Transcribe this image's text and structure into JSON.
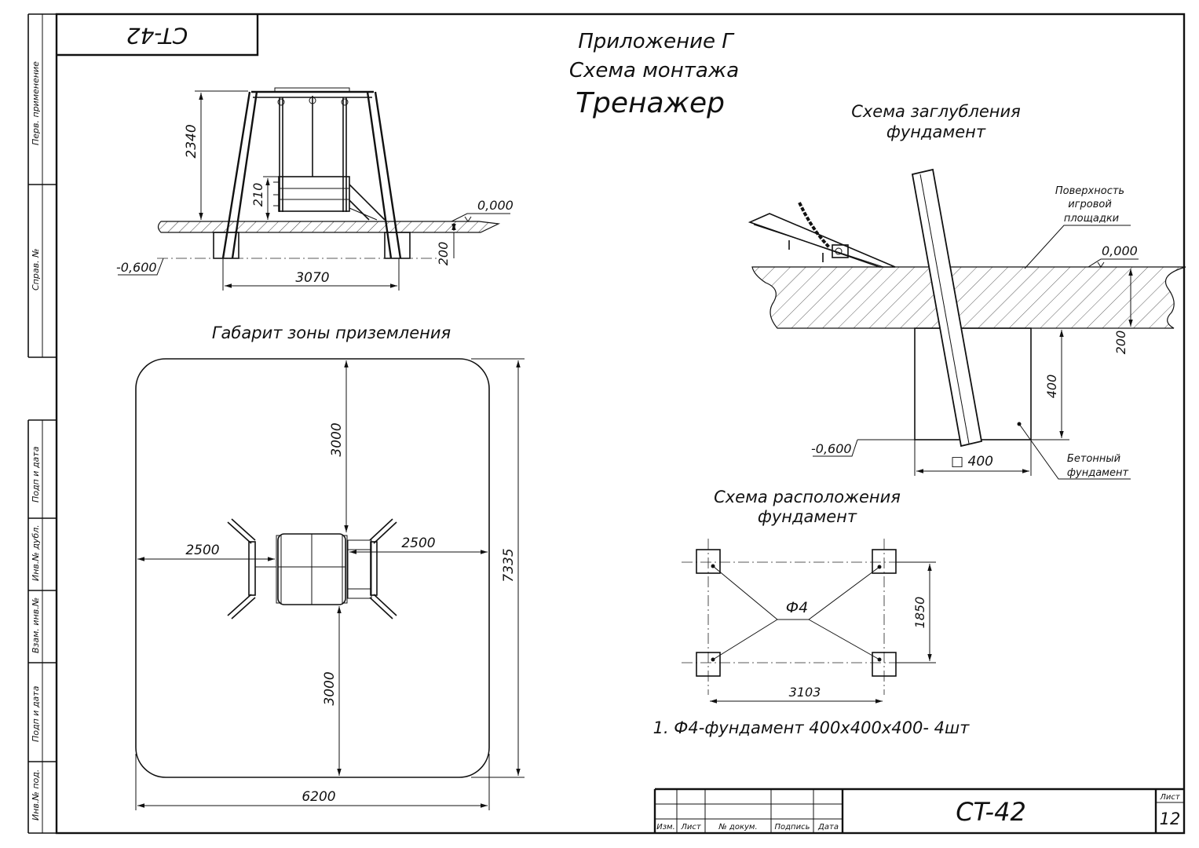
{
  "stamp": {
    "code_rotated": "CT-42",
    "code_main": "CT-42"
  },
  "titles": {
    "appendix": "Приложение Г",
    "scheme": "Схема монтажа",
    "product": "Тренажер"
  },
  "side_margin": {
    "perv": "Перв. применение",
    "sprav": "Справ. №",
    "podp1": "Подп и дата",
    "inv_dubl": "Инв.№ дубл.",
    "vzam": "Взам. инв.№",
    "podp2": "Подп и дата",
    "inv_pod": "Инв.№ под."
  },
  "elevation": {
    "height": "2340",
    "seat": "210",
    "ground_level": "0,000",
    "depth": "200",
    "bottom_level": "-0,600",
    "span": "3070"
  },
  "landing_zone": {
    "title": "Габарит зоны приземления",
    "top": "3000",
    "bottom": "3000",
    "left": "2500",
    "right": "2500",
    "total_height": "7335",
    "total_width": "6200"
  },
  "depth_scheme": {
    "title_line1": "Схема заглубления",
    "title_line2": "фундамент",
    "surface_line1": "Поверхность",
    "surface_line2": "игровой",
    "surface_line3": "площадки",
    "ground_level": "0,000",
    "layer": "200",
    "depth": "400",
    "bottom_level": "-0,600",
    "size": "□ 400",
    "concrete_line1": "Бетонный",
    "concrete_line2": "фундамент"
  },
  "layout_scheme": {
    "title_line1": "Схема расположения",
    "title_line2": "фундамент",
    "marker": "Ф4",
    "height": "1850",
    "width": "3103"
  },
  "note": "1. Ф4-фундамент 400х400х400- 4шт",
  "title_block": {
    "izm": "Изм.",
    "list": "Лист",
    "doc": "№ докум.",
    "sign": "Подпись",
    "date": "Дата",
    "sheet_label": "Лист",
    "sheet_no": "12"
  }
}
